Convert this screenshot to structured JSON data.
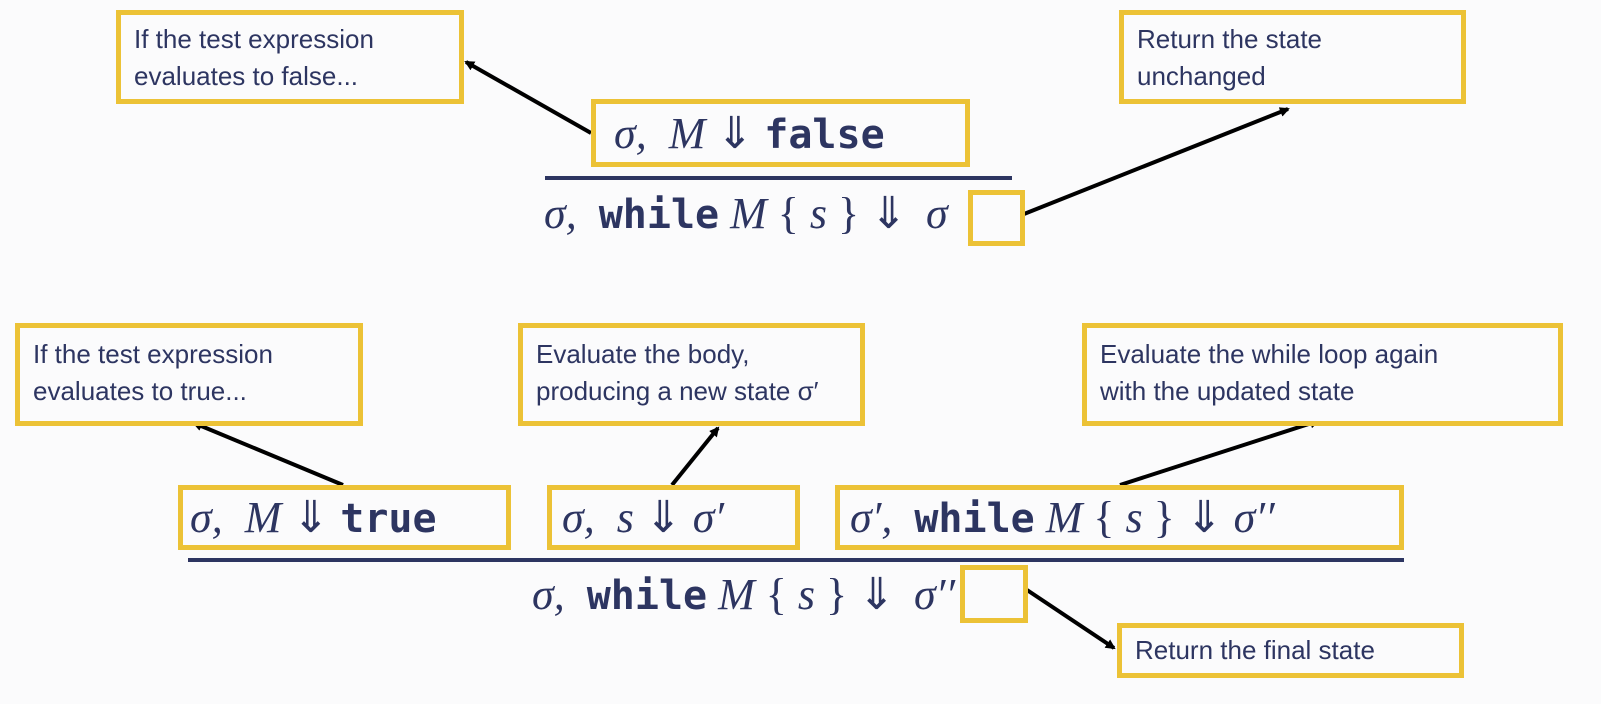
{
  "colors": {
    "ink": "#2d3561",
    "highlight": "#ecc236",
    "arrow": "#000000"
  },
  "rule_false": {
    "premise": {
      "sigma": "σ,",
      "M": "M",
      "eval": "⇓",
      "result": "false"
    },
    "conclusion": {
      "sigma": "σ,",
      "kw": "while",
      "M": "M",
      "lbrace": "{",
      "s": "s",
      "rbrace": "}",
      "eval": "⇓",
      "result": "σ"
    },
    "notes": {
      "test": [
        "If the test expression",
        "evaluates to false..."
      ],
      "return": [
        "Return the state",
        "unchanged"
      ]
    }
  },
  "rule_true": {
    "premise1": {
      "sigma": "σ,",
      "M": "M",
      "eval": "⇓",
      "result": "true"
    },
    "premise2": {
      "sigma": "σ,",
      "s": "s",
      "eval": "⇓",
      "result": "σ′"
    },
    "premise3": {
      "sigma": "σ′,",
      "kw": "while",
      "M": "M",
      "lbrace": "{",
      "s": "s",
      "rbrace": "}",
      "eval": "⇓",
      "result": "σ′′"
    },
    "conclusion": {
      "sigma": "σ,",
      "kw": "while",
      "M": "M",
      "lbrace": "{",
      "s": "s",
      "rbrace": "}",
      "eval": "⇓",
      "result": "σ′′"
    },
    "notes": {
      "test": [
        "If the test expression",
        "evaluates to true..."
      ],
      "body": [
        "Evaluate the body,",
        "producing a new state σ′"
      ],
      "loop": [
        "Evaluate the while loop again",
        "with the updated state"
      ],
      "return": [
        "Return the final state"
      ]
    }
  }
}
